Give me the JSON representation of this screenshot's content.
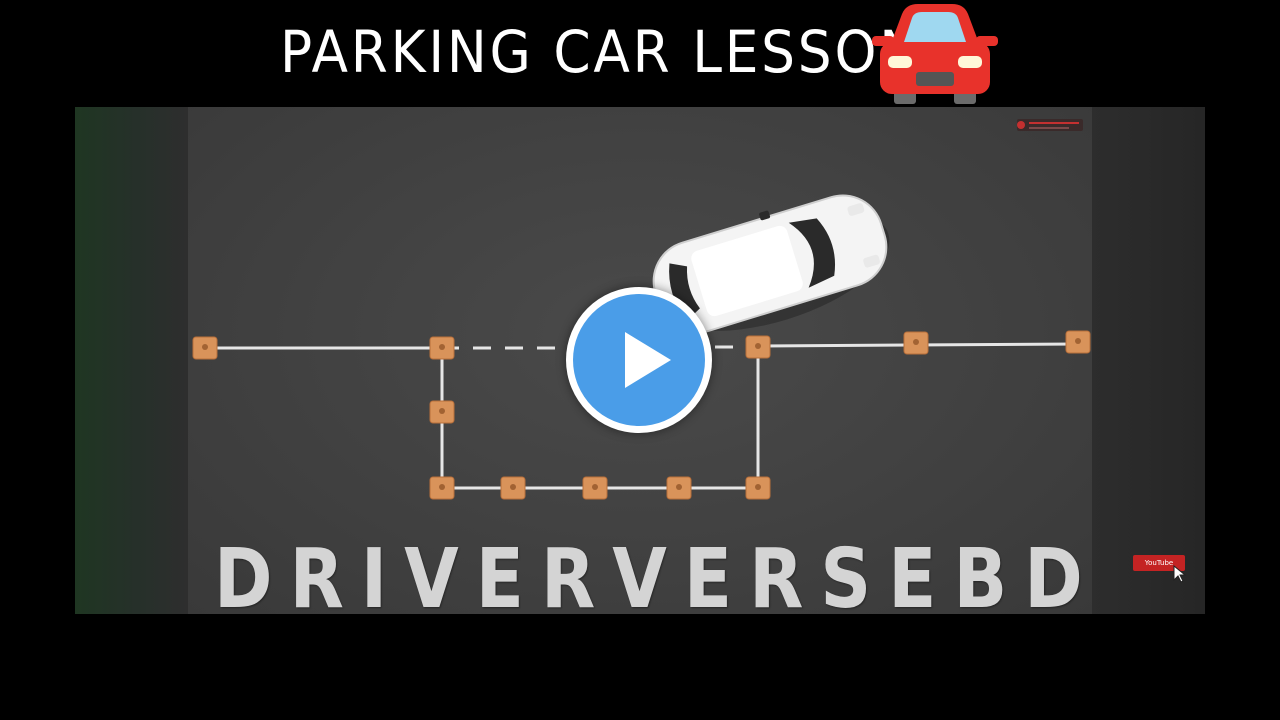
{
  "header": {
    "title": "PARKING CAR LESSON",
    "title_icon": "red-car-emoji-icon"
  },
  "video": {
    "watermark": "DRIVERVERSEBD",
    "play_icon": "play-icon",
    "youtube_badge": "YouTube"
  },
  "colors": {
    "background": "#000000",
    "road": "#424242",
    "play_blue": "#4a9de8",
    "cone": "#d9935a",
    "line": "#e6e6e6",
    "car_body": "#ffffff",
    "emoji_car": "#e8322b"
  }
}
